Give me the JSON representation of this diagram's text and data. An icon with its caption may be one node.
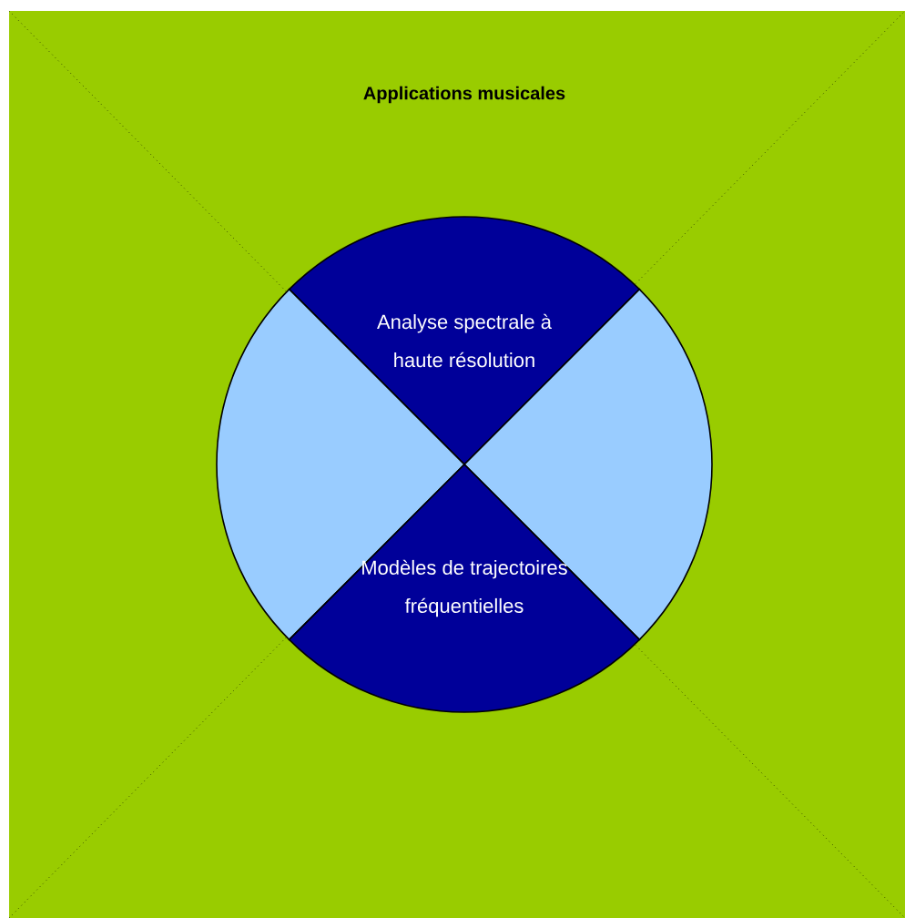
{
  "diagram": {
    "nodes": [
      {
        "text": [
          "Applications musicales"
        ]
      },
      {
        "text": [
          "Analyse spectrale à haute résolution"
        ],
        "in": 0
      },
      {
        "text": [],
        "shape": "wedge",
        "in": 0
      },
      {
        "text": [],
        "shape": "wedge",
        "in": 0
      },
      {
        "text": [
          "Modèles de trajectoires fréquentielles"
        ],
        "in": 0
      }
    ]
  }
}
